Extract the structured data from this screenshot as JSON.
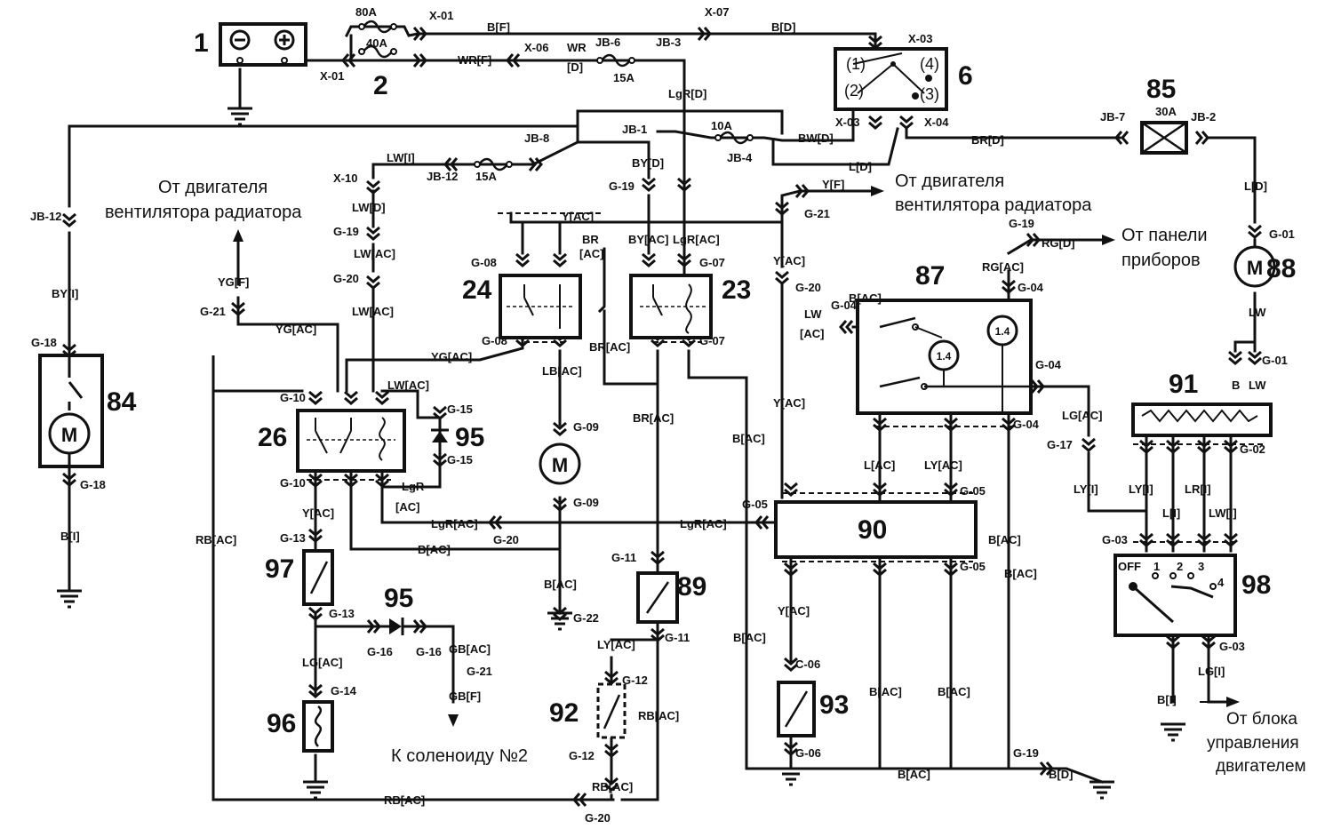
{
  "diagram": {
    "components": [
      {
        "id": "1",
        "role": "battery"
      },
      {
        "id": "2",
        "role": "fusible-links"
      },
      {
        "id": "6",
        "role": "ignition-switch"
      },
      {
        "id": "23",
        "role": "relay"
      },
      {
        "id": "24",
        "role": "relay"
      },
      {
        "id": "26",
        "role": "relay"
      },
      {
        "id": "84",
        "role": "motor"
      },
      {
        "id": "85",
        "role": "fuse"
      },
      {
        "id": "87",
        "role": "blower-unit"
      },
      {
        "id": "88",
        "role": "motor"
      },
      {
        "id": "89",
        "role": "switch"
      },
      {
        "id": "90",
        "role": "control-unit"
      },
      {
        "id": "91",
        "role": "resistor"
      },
      {
        "id": "92",
        "role": "switch"
      },
      {
        "id": "93",
        "role": "switch"
      },
      {
        "id": "95",
        "role": "diode"
      },
      {
        "id": "95b",
        "role": "diode"
      },
      {
        "id": "96",
        "role": "coil"
      },
      {
        "id": "97",
        "role": "switch"
      },
      {
        "id": "98",
        "role": "fan-switch"
      }
    ],
    "numbers": {
      "n1": "1",
      "n2": "2",
      "n6": "6",
      "n23": "23",
      "n24": "24",
      "n26": "26",
      "n84": "84",
      "n85": "85",
      "n87": "87",
      "n88": "88",
      "n89": "89",
      "n90": "90",
      "n91": "91",
      "n92": "92",
      "n93": "93",
      "n95": "95",
      "n95b": "95",
      "n96": "96",
      "n97": "97",
      "n98": "98"
    },
    "captions": {
      "fan_left_1": "От двигателя",
      "fan_left_2": "вентилятора радиатора",
      "fan_right_1": "От двигателя",
      "fan_right_2": "вентилятора радиатора",
      "panel_1": "От панели",
      "panel_2": "приборов",
      "solenoid": "К соленоиду №2",
      "ecu_1": "От блока",
      "ecu_2": "управления",
      "ecu_3": "двигателем"
    },
    "labels": {
      "a80": "80A",
      "a40": "40A",
      "a15a": "15A",
      "a10": "10A",
      "a30": "30A",
      "a15b": "15A",
      "x01a": "X-01",
      "x01b": "X-01",
      "bf": "B[F]",
      "x07": "X-07",
      "bd1": "B[D]",
      "x06": "X-06",
      "wrf": "WR[F]",
      "wrd1": "WR",
      "wrd2": "[D]",
      "jb6": "JB-6",
      "jb3": "JB-3",
      "x03a": "X-03",
      "x03b": "X-03",
      "x04": "X-04",
      "lgrd": "LgR[D]",
      "jb1": "JB-1",
      "jb8": "JB-8",
      "jb4": "JB-4",
      "bwd": "BW[D]",
      "ld1": "L[D]",
      "brd": "BR[D]",
      "jb7": "JB-7",
      "jb2": "JB-2",
      "ld2": "L[D]",
      "lwi": "LW[I]",
      "x10": "X-10",
      "jb12a": "JB-12",
      "jb12b": "JB-12",
      "lwd": "LW[D]",
      "g19a": "G-19",
      "lwac1": "LW[AC]",
      "g20a": "G-20",
      "lwac2": "LW[AC]",
      "byd": "BY[D]",
      "g19b": "G-19",
      "yf": "Y[F]",
      "g21a": "G-21",
      "yac1": "Y[AC]",
      "brac1": "BR",
      "brac2": "[AC]",
      "g08a": "G-08",
      "g08b": "G-08",
      "byac": "BY[AC]",
      "lgrac": "LgR[AC]",
      "g07a": "G-07",
      "g07b": "G-07",
      "ygf": "YG[F]",
      "g21b": "G-21",
      "ygac1": "YG[AC]",
      "ygac2": "YG[AC]",
      "byi": "BY[I]",
      "g18a": "G-18",
      "g18b": "G-18",
      "bi1": "B[I]",
      "g10a": "G-10",
      "g10b": "G-10",
      "lwac3": "LW[AC]",
      "g15a": "G-15",
      "g15b": "G-15",
      "lgr2": "LgR",
      "ac2": "[AC]",
      "lbac": "LB[AC]",
      "g09a": "G-09",
      "g09b": "G-09",
      "brac3": "BR[AC]",
      "brac4": "BR[AC]",
      "bac1": "B[AC]",
      "yac2": "Y[AC]",
      "g20b": "G-20",
      "yac3": "Y[AC]",
      "rgd": "RG[D]",
      "g19c": "G-19",
      "rgac": "RG[AC]",
      "g04a": "G-04",
      "g04b": "G-04",
      "lw1": "LW",
      "ac3": "[AC]",
      "g04c": "G-04",
      "g04d": "G-04",
      "lac": "L[AC]",
      "lyac": "LY[AC]",
      "g05a": "G-05",
      "g05b": "G-05",
      "g05c": "G-05",
      "lgac": "LG[AC]",
      "g17": "G-17",
      "lyi1": "LY[I]",
      "g01a": "G-01",
      "lw2": "LW",
      "g01b": "G-01",
      "b1": "B",
      "lw3": "LW",
      "g02": "G-02",
      "lyi2": "LY[I]",
      "li": "L[I]",
      "lri": "LR[I]",
      "lwi2": "LW[I]",
      "g03a": "G-03",
      "g03b": "G-03",
      "off": "OFF",
      "s1": "1",
      "s2": "2",
      "s3": "3",
      "s4": "4",
      "bi2": "B[I]",
      "lgi": "LG[I]",
      "yac4": "Y[AC]",
      "g13a": "G-13",
      "g13b": "G-13",
      "lgac2": "LG[AC]",
      "g14": "G-14",
      "g16a": "G-16",
      "g16b": "G-16",
      "gbac": "GB[AC]",
      "g21c": "G-21",
      "gbf": "GB[F]",
      "rbac1": "RB[AC]",
      "rbac2": "RB[AC]",
      "rbac3": "RB[AC]",
      "rbac4": "RB[AC]",
      "lgrac2": "LgR[AC]",
      "g20c": "G-20",
      "lgrac3": "LgR[AC]",
      "bac2": "B[AC]",
      "bac3": "B[AC]",
      "g22": "G-22",
      "g11a": "G-11",
      "g11b": "G-11",
      "lyac2": "LY[AC]",
      "g12a": "G-12",
      "g12b": "G-12",
      "g20d": "G-20",
      "bac4": "B[AC]",
      "bac5": "B[AC]",
      "yac5": "Y[AC]",
      "c06": "C-06",
      "g06": "G-06",
      "bac6": "B[AC]",
      "bac7": "B[AC]",
      "bac8": "B[AC]",
      "bac9": "B[AC]",
      "g19d": "G-19",
      "bd2": "B[D]",
      "bac10": "B[AC]",
      "n1a": "(1)",
      "n2a": "(2)",
      "n3a": "(3)",
      "n4a": "(4)",
      "r14a": "1.4",
      "r14b": "1.4"
    }
  }
}
